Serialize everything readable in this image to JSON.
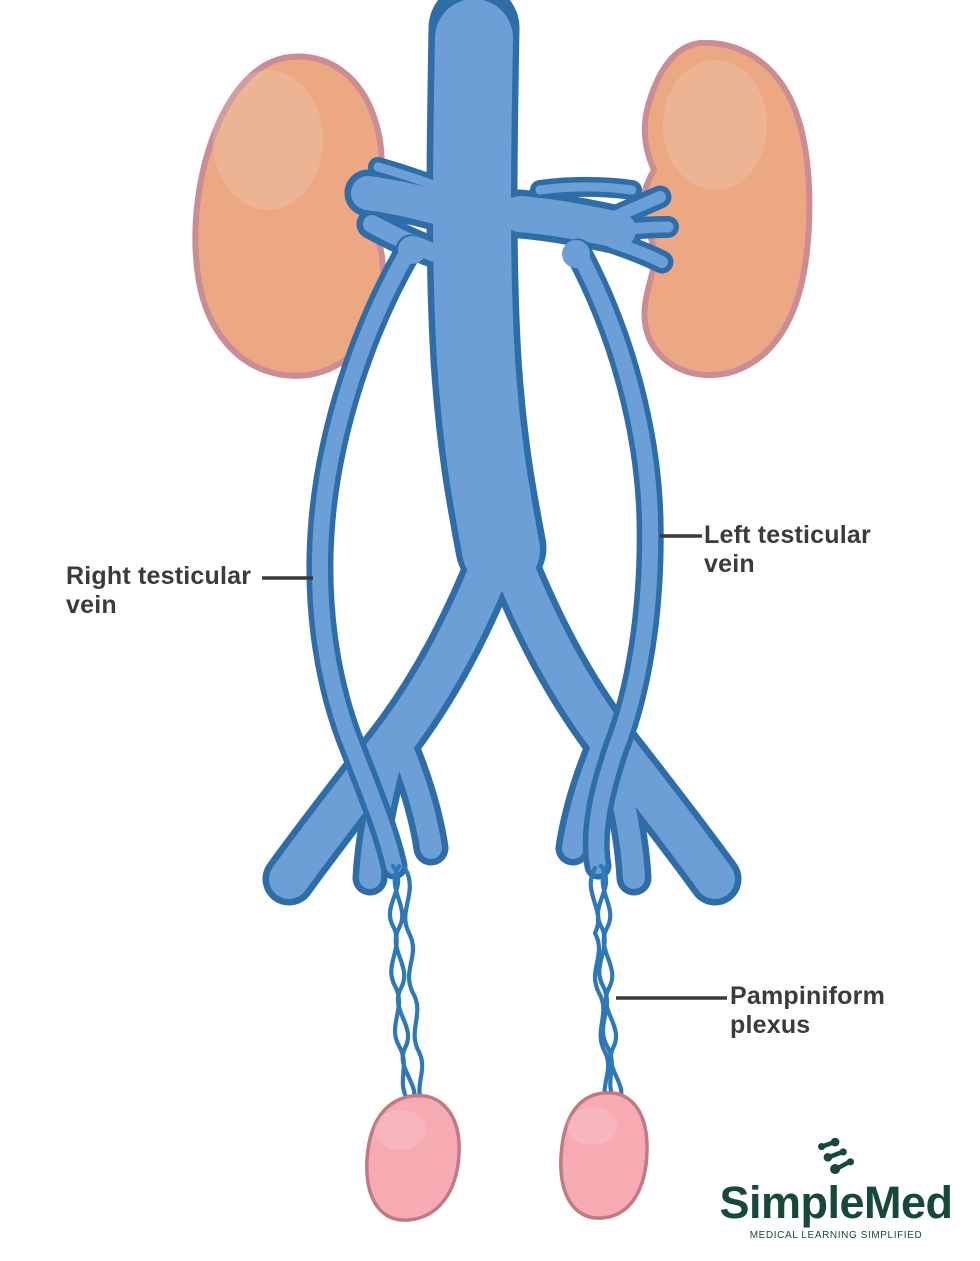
{
  "labels": {
    "right_testicular_vein": "Right testicular vein",
    "left_testicular_vein": "Left testicular vein",
    "pampiniform_plexus": "Pampiniform plexus"
  },
  "branding": {
    "name": "SimpleMed",
    "tagline": "MEDICAL LEARNING SIMPLIFIED",
    "icon": "molecule-dots-icon"
  },
  "palette": {
    "background": "#ffffff",
    "vein-fill": "#6B9FD6",
    "vein-outline": "#2E6DA8",
    "plexus-line": "#2E78B8",
    "kidney-fill": "#EBA883",
    "kidney-outline": "#CB8C96",
    "testis-fill": "#F6ABB2",
    "testis-outline": "#C07985",
    "label-text": "#3B3B3B",
    "leader-line": "#3B3B3B",
    "logo-green": "#17483C"
  }
}
